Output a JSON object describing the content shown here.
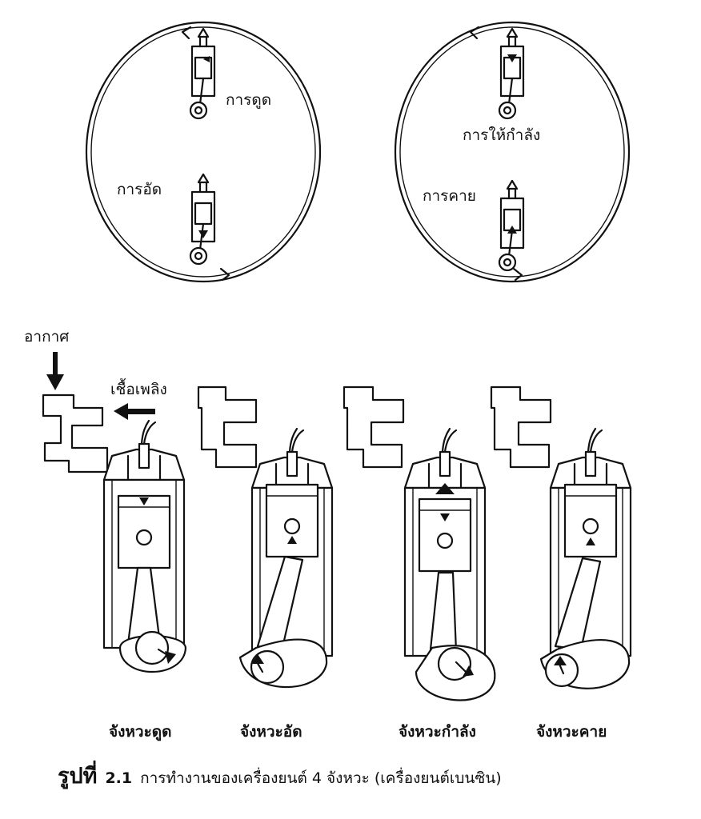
{
  "labels": {
    "intake": "การดูด",
    "compression": "การอัด",
    "power": "การให้กำลัง",
    "exhaust": "การคาย",
    "air": "อากาศ",
    "fuel": "เชื้อเพลิง"
  },
  "stroke_labels": [
    "จังหวะดูด",
    "จังหวะอัด",
    "จังหวะกำลัง",
    "จังหวะคาย"
  ],
  "caption": {
    "figure_word": "รูปที่",
    "figure_number": "2.1",
    "text": "การทำงานของเครื่องยนต์ 4 จังหวะ (เครื่องยนต์เบนซิน)"
  }
}
